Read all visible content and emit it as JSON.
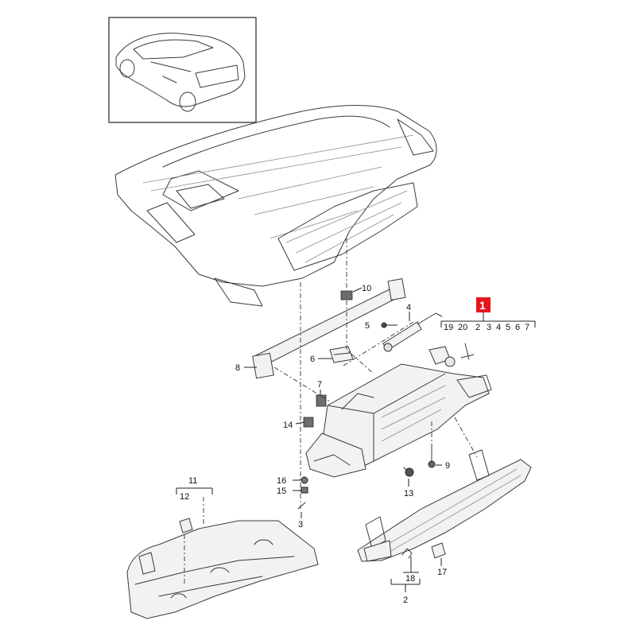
{
  "callouts": {
    "c1": "1",
    "c2": "2",
    "c3": "3",
    "c4": "4",
    "c5": "5",
    "c6": "6",
    "c7": "7",
    "c8": "8",
    "c9": "9",
    "c10": "10",
    "c11": "11",
    "c12": "12",
    "c13": "13",
    "c14": "14",
    "c15": "15",
    "c16": "16",
    "c17": "17",
    "c18": "18"
  },
  "subcallouts": {
    "s19": "19",
    "s20": "20",
    "s2": "2",
    "s3": "3",
    "s4": "4",
    "s5": "5",
    "s6": "6",
    "s7": "7"
  },
  "colors": {
    "highlight": "#e8141b",
    "line": "#3a3a3a",
    "background": "#ffffff"
  }
}
